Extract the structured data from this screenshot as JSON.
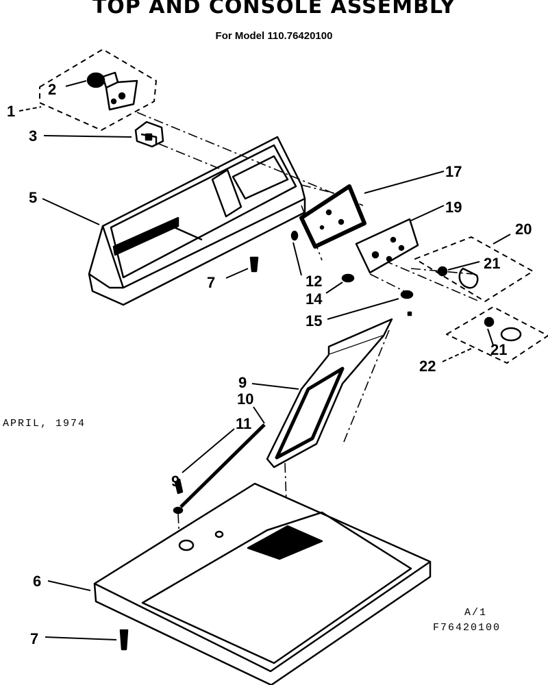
{
  "header": {
    "title": "TOP AND CONSOLE ASSEMBLY",
    "subtitle": "For Model 110.76420100"
  },
  "date_note": "APRIL, 1974",
  "ref_code": {
    "line1": "A/1",
    "line2": "F76420100"
  },
  "callouts": [
    "1",
    "2",
    "3",
    "5",
    "6",
    "7",
    "7",
    "9",
    "9",
    "10",
    "11",
    "12",
    "14",
    "15",
    "17",
    "19",
    "20",
    "21",
    "21",
    "22"
  ]
}
